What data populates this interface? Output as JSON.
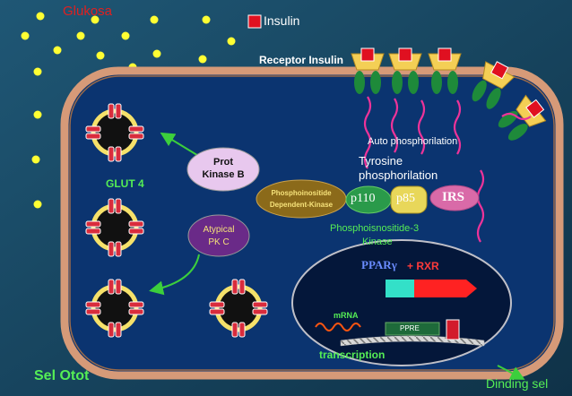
{
  "labels": {
    "glukosa": "Glukosa",
    "insulin_legend": "Insulin",
    "receptor_insulin": "Receptor Insulin",
    "auto_phosphorilation": "Auto phosphorilation",
    "tyrosine_line1": "Tyrosine",
    "tyrosine_line2": "phosphorilation",
    "prot_kinase_line1": "Prot",
    "prot_kinase_line2": "Kinase B",
    "glut4": "GLUT 4",
    "pdk_line1": "Phosphoinositide",
    "pdk_line2": "Dependent-Kinase",
    "p110": "p110",
    "p85": "p85",
    "irs": "IRS",
    "pi3k_line1": "Phosphoisnositide-3",
    "pi3k_line2": "Kinase",
    "atypical_line1": "Atypical",
    "atypical_line2": "PK C",
    "ppar": "PPARγ",
    "rxr": "+ RXR",
    "mrna": "mRNA",
    "ppre": "PPRE",
    "transcription": "transcription",
    "sel_otot": "Sel Otot",
    "dinding_sel": "Dinding sel"
  },
  "colors": {
    "background": "#1b4a66",
    "cell_fill": "#0b3470",
    "cell_wall": "#d69a78",
    "glucose": "#ffff33",
    "insulin": "#e01020",
    "receptor": "#f4cf55",
    "receptor_leg": "#1e8a3a",
    "signal_wave": "#ee3399",
    "arrow": "#3ccf3c",
    "glukosa_text": "#e02020",
    "green_text": "#55ee55"
  }
}
